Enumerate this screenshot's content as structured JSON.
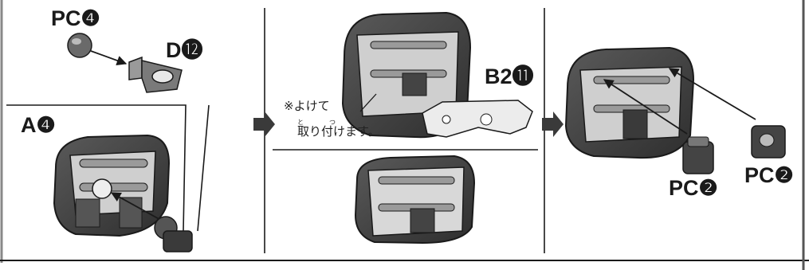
{
  "steps": {
    "step1": {
      "top_part_a": {
        "label": "PC❹"
      },
      "top_part_b": {
        "label": "D⓬"
      },
      "bottom_part": {
        "label": "A❹"
      }
    },
    "step2": {
      "top_part": {
        "label": "B2⓫"
      },
      "note": {
        "line1": "※よけて",
        "line2": "取り付けます。",
        "ruby1": "と",
        "ruby2": "つ"
      }
    },
    "step3": {
      "part_left": {
        "label": "PC❷"
      },
      "part_right": {
        "label": "PC❷"
      }
    }
  },
  "icons": [
    "step-arrow-icon",
    "part-arrow-icon",
    "pointer-arrow-icon",
    "assembly-unit-illustration"
  ],
  "colors": {
    "ink": "#1a1a1a",
    "panel_bg": "#ffffff",
    "shade_dark": "#3a3a3a",
    "shade_mid": "#8a8a8a",
    "shade_light": "#d8d8d8"
  }
}
